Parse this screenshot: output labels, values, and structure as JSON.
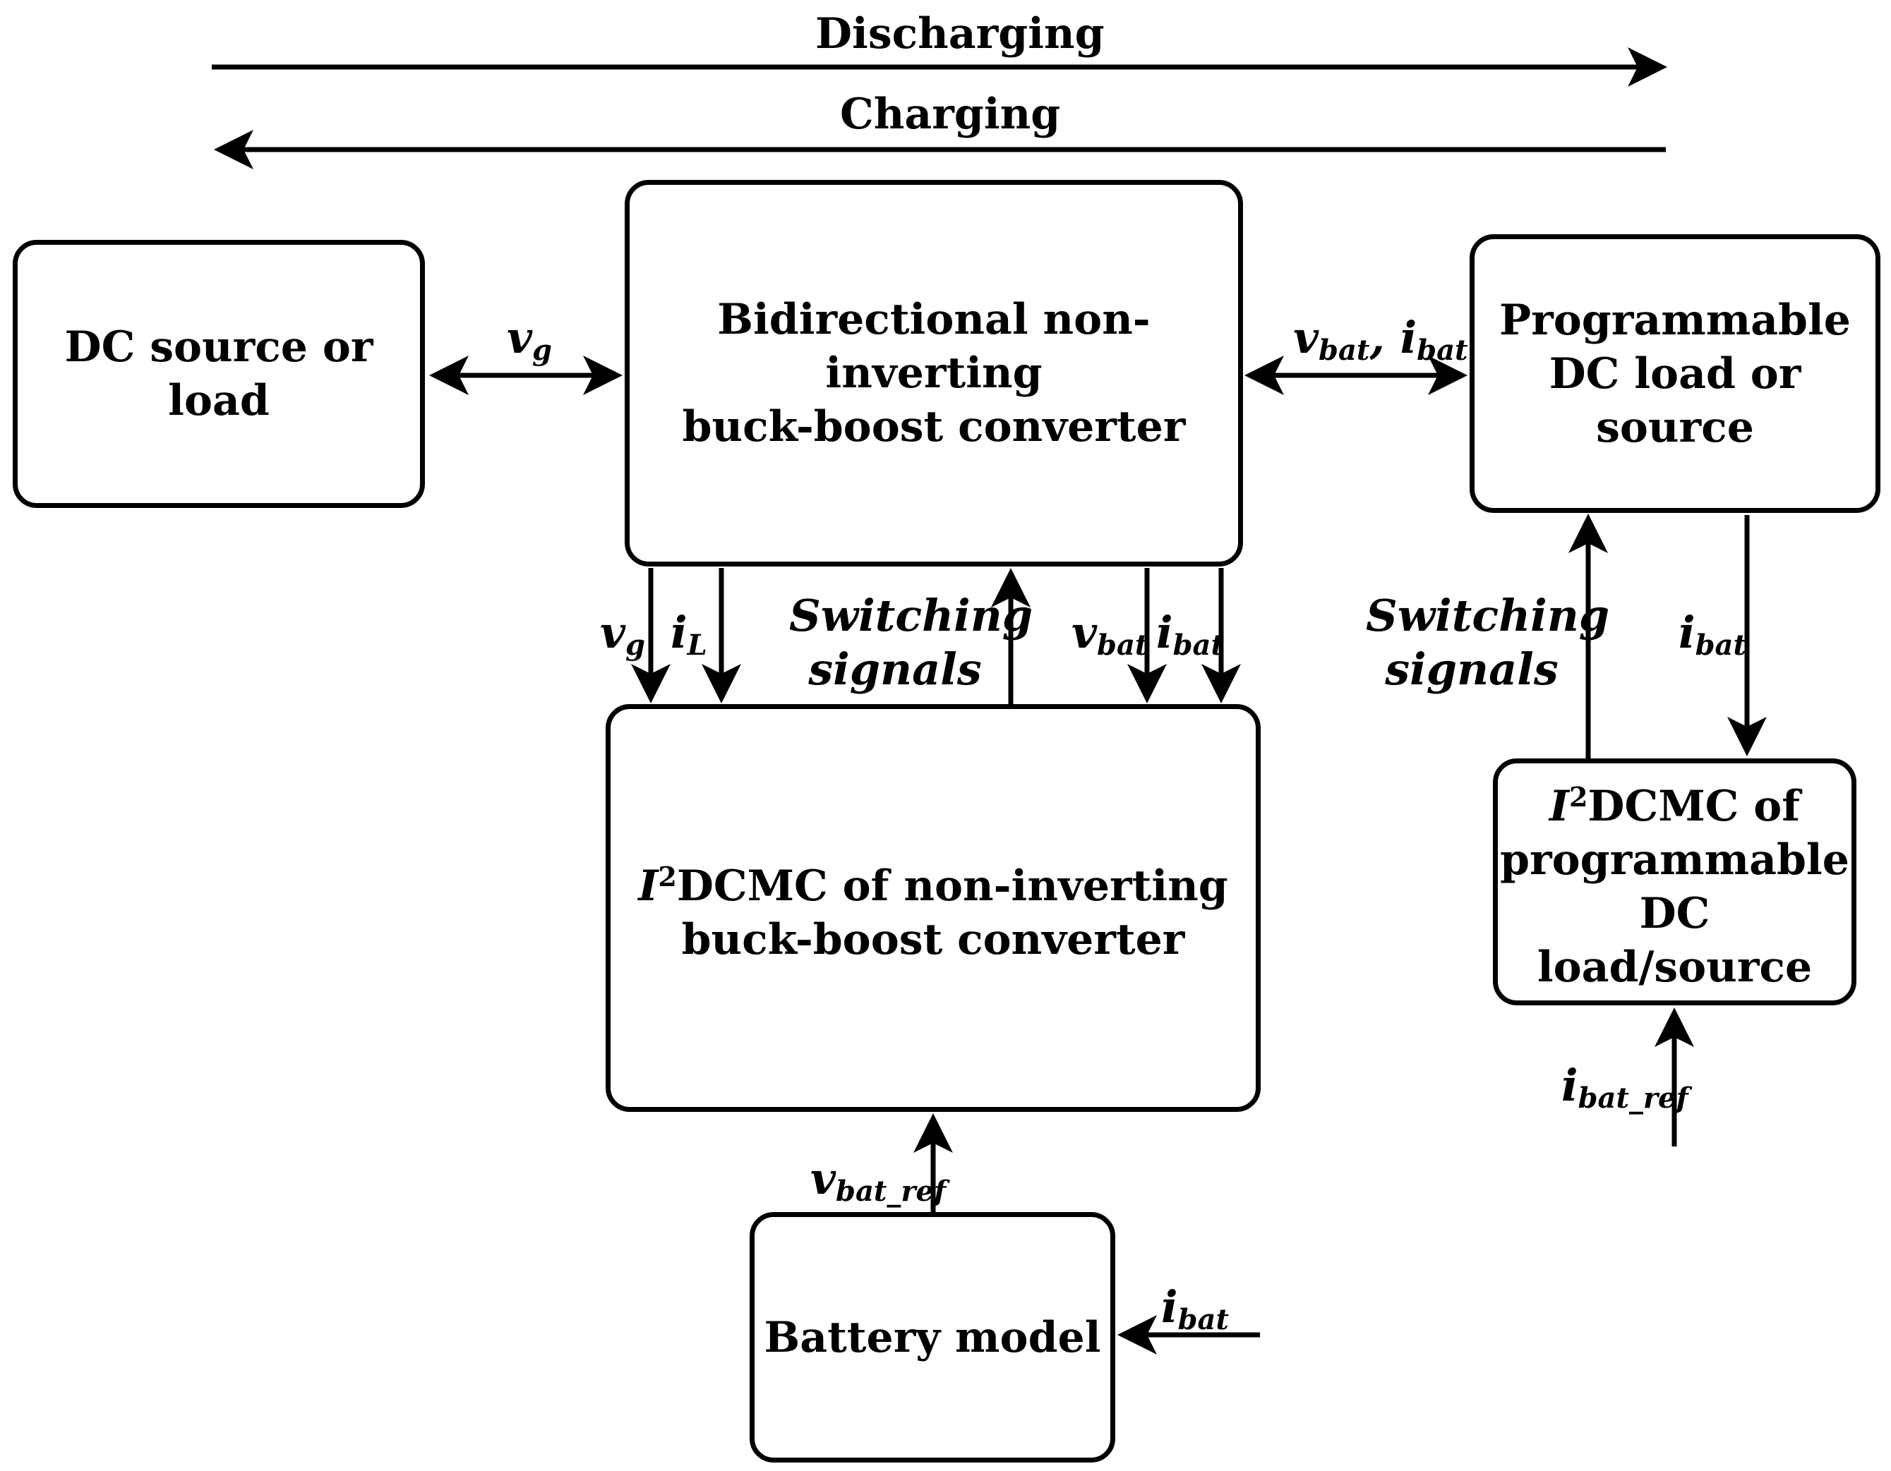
{
  "flows": {
    "discharging": "Discharging",
    "charging": "Charging"
  },
  "blocks": {
    "dc_source": "DC source or load",
    "converter": [
      "Bidirectional non-inverting",
      "buck-boost converter"
    ],
    "programmable": [
      "Programmable",
      "DC load or source"
    ],
    "i2dcmc_converter": {
      "prefix": "I",
      "sup": "2",
      "rest": "DCMC of non-inverting",
      "line2": "buck-boost converter"
    },
    "i2dcmc_programmable": {
      "prefix": "I",
      "sup": "2",
      "rest": "DCMC of",
      "line2": "programmable",
      "line3": "DC load/source"
    },
    "battery": "Battery model"
  },
  "signals": {
    "vg": {
      "base": "v",
      "sub": "g"
    },
    "vbat_ibat_top": {
      "base1": "v",
      "sub1": "bat",
      "sep": ", ",
      "base2": "i",
      "sub2": "bat"
    },
    "vg_down": {
      "base": "v",
      "sub": "g"
    },
    "iL_down": {
      "base": "i",
      "sub": "L"
    },
    "switching_center": [
      "Switching",
      "signals"
    ],
    "vbat_down": {
      "base": "v",
      "sub": "bat"
    },
    "ibat_down": {
      "base": "i",
      "sub": "bat"
    },
    "switching_right": [
      "Switching",
      "signals"
    ],
    "ibat_right": {
      "base": "i",
      "sub": "bat"
    },
    "ibat_ref": {
      "base": "i",
      "sub": "bat_ref"
    },
    "vbat_ref": {
      "base": "v",
      "sub": "bat_ref"
    },
    "ibat_battery": {
      "base": "i",
      "sub": "bat"
    }
  }
}
